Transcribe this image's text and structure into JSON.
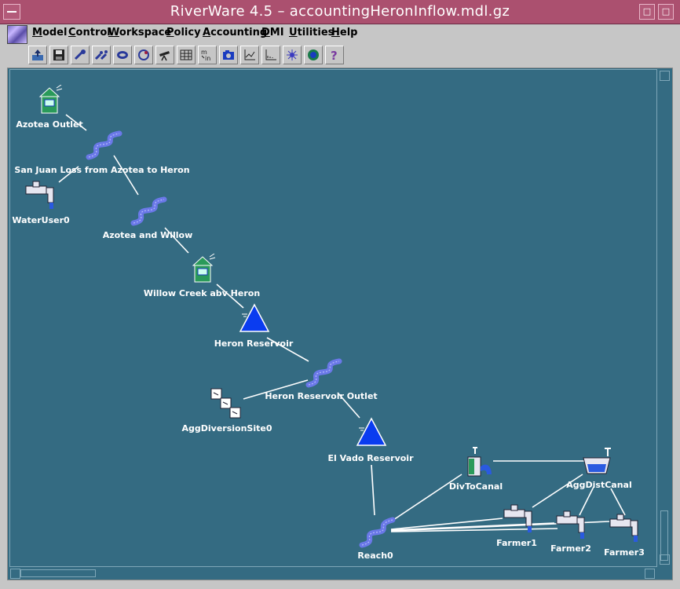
{
  "window": {
    "title": "RiverWare 4.5 – accountingHeronInflow.mdl.gz"
  },
  "menu": {
    "items": [
      {
        "label": "Model",
        "u": "M"
      },
      {
        "label": "Control",
        "u": "C"
      },
      {
        "label": "Workspace",
        "u": "W"
      },
      {
        "label": "Policy",
        "u": "P"
      },
      {
        "label": "Accounting",
        "u": "A"
      },
      {
        "label": "DMI",
        "u": "D"
      },
      {
        "label": "Utilities",
        "u": "U"
      },
      {
        "label": "Help",
        "u": "H"
      }
    ]
  },
  "toolbar": {
    "tools": [
      {
        "name": "open-icon"
      },
      {
        "name": "save-icon"
      },
      {
        "name": "object-tools-icon"
      },
      {
        "name": "link-tools-icon"
      },
      {
        "name": "open-object-icon"
      },
      {
        "name": "run-icon"
      },
      {
        "name": "telescope-icon"
      },
      {
        "name": "table-icon"
      },
      {
        "name": "min-label",
        "text": "m"
      },
      {
        "name": "camera-icon"
      },
      {
        "name": "plot-icon"
      },
      {
        "name": "plot-2-icon"
      },
      {
        "name": "network-icon"
      },
      {
        "name": "diagnostics-icon"
      },
      {
        "name": "help-icon",
        "text": "?"
      }
    ]
  },
  "nodes": {
    "azotea_outlet": "Azotea Outlet",
    "san_juan_loss": "San Juan Loss from Azotea to Heron",
    "water_user0": "WaterUser0",
    "azotea_willow": "Azotea and Willow",
    "willow_creek": "Willow Creek abv Heron",
    "heron_reservoir": "Heron Reservoir",
    "heron_outlet": "Heron Reservoir Outlet",
    "agg_diversion": "AggDiversionSite0",
    "el_vado": "El Vado Reservoir",
    "div_to_canal": "DivToCanal",
    "agg_dist_canal": "AggDistCanal",
    "reach0": "Reach0",
    "farmer1": "Farmer1",
    "farmer2": "Farmer2",
    "farmer3": "Farmer3"
  },
  "colors": {
    "canvas": "#346b82",
    "title_bar": "#ab506f",
    "reservoir": "#0a3cf0",
    "reach": "#6a78e8"
  }
}
